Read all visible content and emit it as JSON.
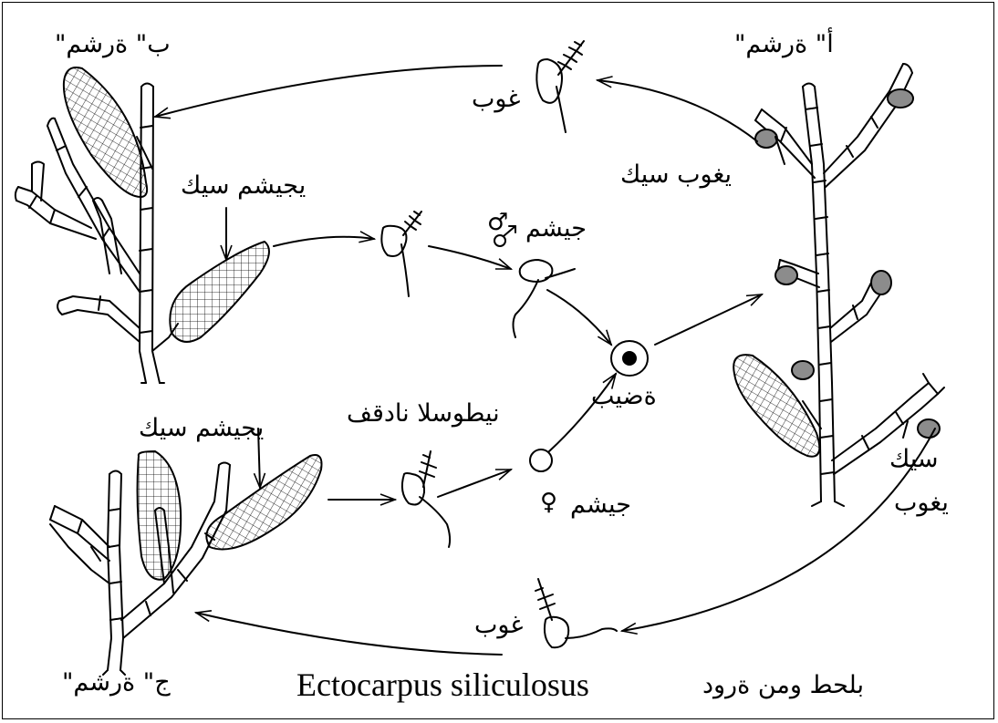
{
  "labels": {
    "stage_a": "أ\" ةرشم\"",
    "stage_b": "ب\" ةرشم\"",
    "stage_c": "ج\" ةرشم\"",
    "spore_top": "غوب",
    "spore_bottom": "غوب",
    "sporangium": "يغوب سيك",
    "sporangium_right_1": "سيك",
    "sporangium_right_2": "يغوب",
    "gametangium_top": "يجيشم سيك",
    "gametangium_bottom": "يجيشم سيك",
    "male_gamete": "جيشم",
    "male_symbol": "♂",
    "female_gamete": "جيشم",
    "female_symbol": "♀",
    "zygote": "ةضيب",
    "chromosome_loss": "نيطوسلا نادقف",
    "species": "Ectocarpus siliculosus",
    "life_cycle": "بلحط ومن ةرود"
  },
  "colors": {
    "ink": "#000000",
    "sporangium_fill": "#8c8c8c",
    "background": "#ffffff"
  }
}
